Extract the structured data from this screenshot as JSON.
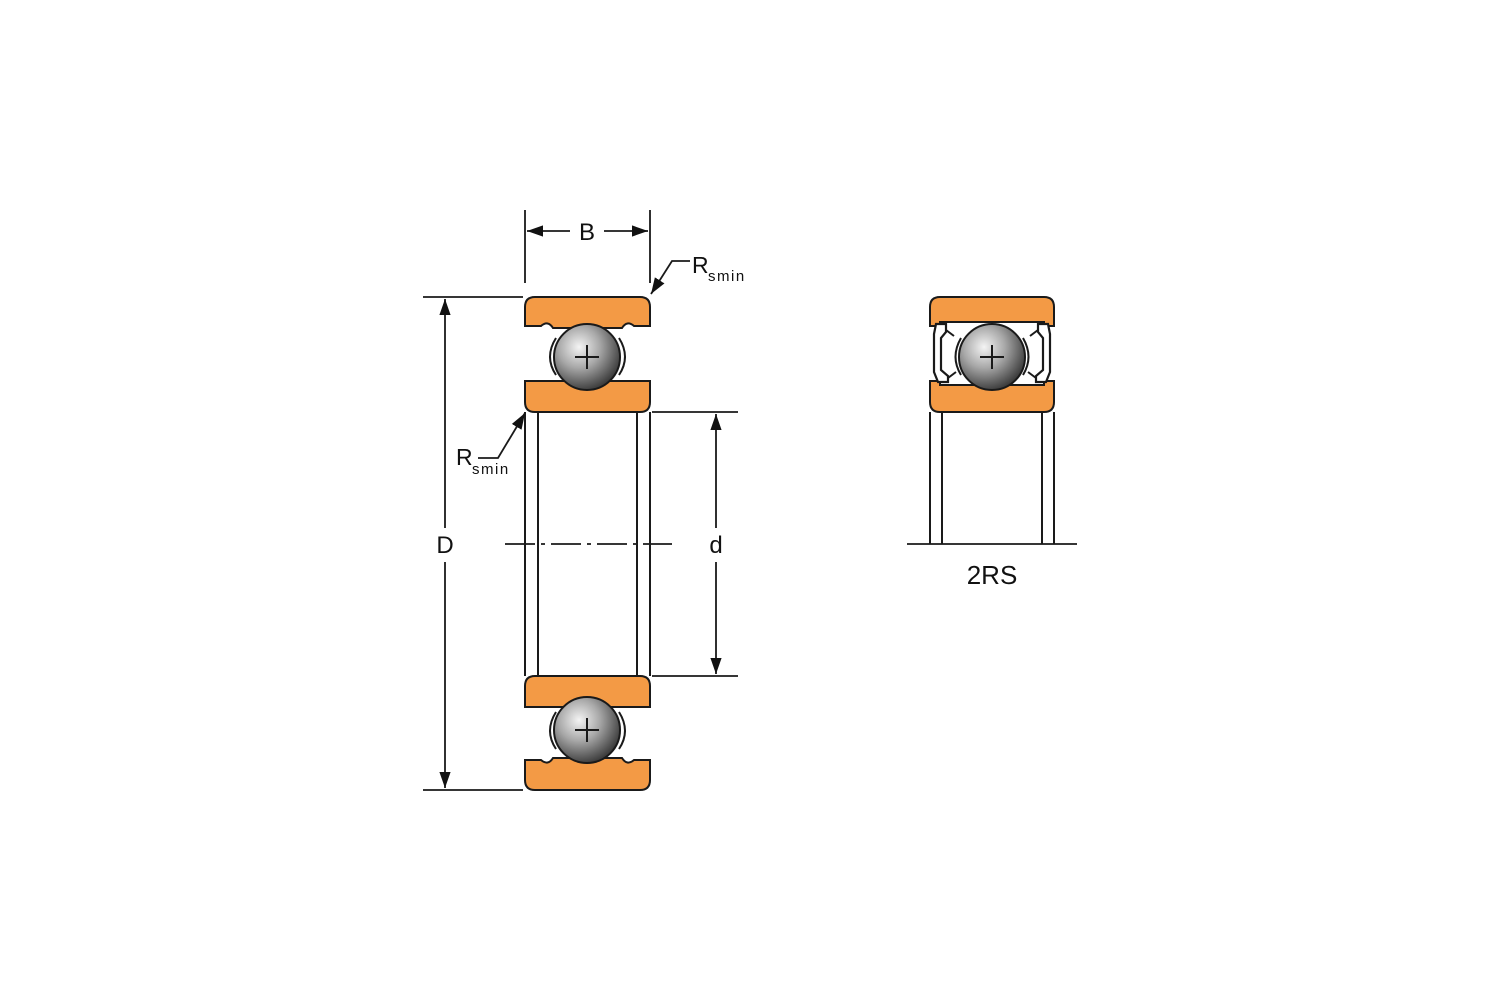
{
  "colors": {
    "ring_fill": "#f39a45",
    "outline": "#1a1a1a",
    "ball_light": "#f2f2f2",
    "ball_dark": "#3a3a3a",
    "background": "#ffffff"
  },
  "labels": {
    "width": "B",
    "outer_diameter": "D",
    "bore_diameter": "d",
    "radius_main": "R",
    "radius_sub": "smin",
    "seal_type": "2RS"
  }
}
